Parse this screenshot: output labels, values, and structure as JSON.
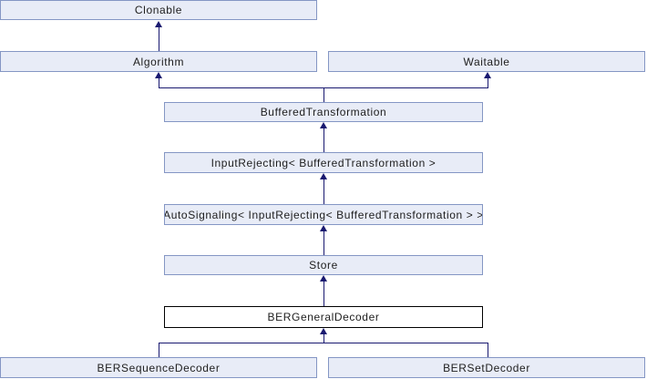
{
  "diagram": {
    "nodes": {
      "clonable": {
        "label": "Clonable"
      },
      "algorithm": {
        "label": "Algorithm"
      },
      "waitable": {
        "label": "Waitable"
      },
      "buffered_transformation": {
        "label": "BufferedTransformation"
      },
      "input_rejecting": {
        "label": "InputRejecting< BufferedTransformation >"
      },
      "auto_signaling": {
        "label": "AutoSignaling< InputRejecting< BufferedTransformation > >"
      },
      "store": {
        "label": "Store"
      },
      "ber_general_decoder": {
        "label": "BERGeneralDecoder",
        "highlighted": true
      },
      "ber_sequence_decoder": {
        "label": "BERSequenceDecoder"
      },
      "ber_set_decoder": {
        "label": "BERSetDecoder"
      }
    },
    "edges": [
      {
        "from": "Algorithm",
        "to": "Clonable"
      },
      {
        "from": "BufferedTransformation",
        "to": "Algorithm"
      },
      {
        "from": "BufferedTransformation",
        "to": "Waitable"
      },
      {
        "from": "InputRejecting< BufferedTransformation >",
        "to": "BufferedTransformation"
      },
      {
        "from": "AutoSignaling< InputRejecting< BufferedTransformation > >",
        "to": "InputRejecting< BufferedTransformation >"
      },
      {
        "from": "Store",
        "to": "AutoSignaling< InputRejecting< BufferedTransformation > >"
      },
      {
        "from": "BERGeneralDecoder",
        "to": "Store"
      },
      {
        "from": "BERSequenceDecoder",
        "to": "BERGeneralDecoder"
      },
      {
        "from": "BERSetDecoder",
        "to": "BERGeneralDecoder"
      }
    ],
    "colors": {
      "node_fill": "#E8ECF7",
      "node_border": "#8496C4",
      "highlight_fill": "#FFFFFF",
      "highlight_border": "#000000",
      "edge": "#191970",
      "text": "#202020",
      "background": "#FFFFFF"
    }
  }
}
